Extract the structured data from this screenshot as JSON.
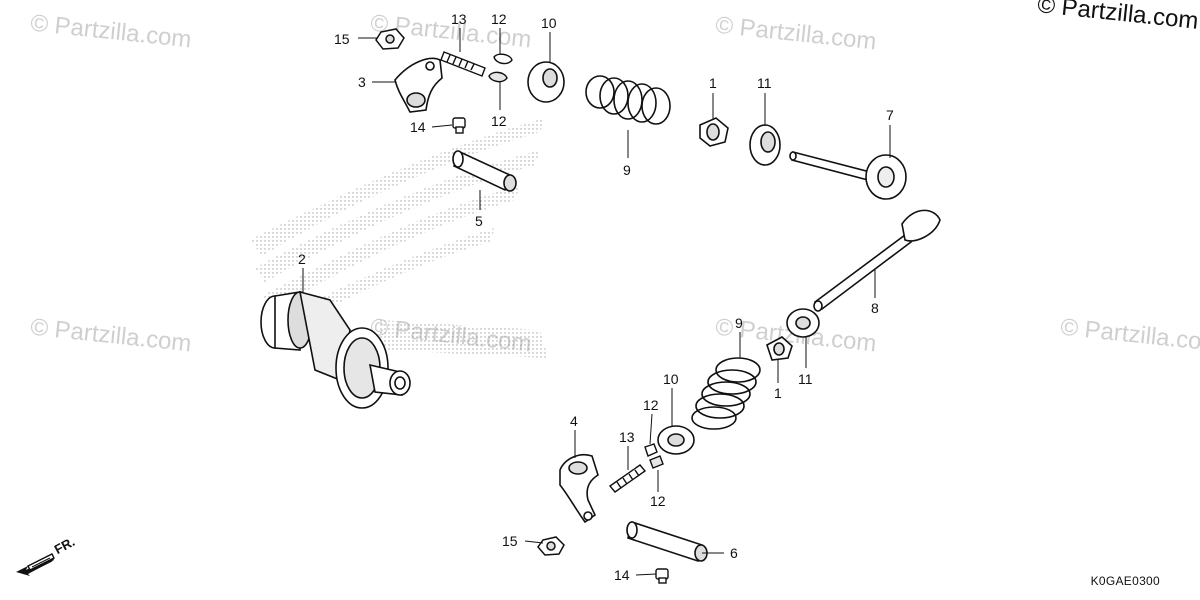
{
  "watermark": {
    "text": "© Partzilla.com",
    "corner_text": "© Partzilla.com"
  },
  "diagram_code": "K0GAE0300",
  "front_marker": "FR.",
  "callouts": [
    {
      "id": "15a",
      "label": "15"
    },
    {
      "id": "13a",
      "label": "13"
    },
    {
      "id": "12a",
      "label": "12"
    },
    {
      "id": "10a",
      "label": "10"
    },
    {
      "id": "3",
      "label": "3"
    },
    {
      "id": "12b",
      "label": "12"
    },
    {
      "id": "14a",
      "label": "14"
    },
    {
      "id": "9a",
      "label": "9"
    },
    {
      "id": "1a",
      "label": "1"
    },
    {
      "id": "11a",
      "label": "11"
    },
    {
      "id": "7",
      "label": "7"
    },
    {
      "id": "5",
      "label": "5"
    },
    {
      "id": "2",
      "label": "2"
    },
    {
      "id": "8",
      "label": "8"
    },
    {
      "id": "9b",
      "label": "9"
    },
    {
      "id": "11b",
      "label": "11"
    },
    {
      "id": "1b",
      "label": "1"
    },
    {
      "id": "10b",
      "label": "10"
    },
    {
      "id": "4",
      "label": "4"
    },
    {
      "id": "12c",
      "label": "12"
    },
    {
      "id": "13b",
      "label": "13"
    },
    {
      "id": "12d",
      "label": "12"
    },
    {
      "id": "6",
      "label": "6"
    },
    {
      "id": "15b",
      "label": "15"
    },
    {
      "id": "14b",
      "label": "14"
    }
  ]
}
